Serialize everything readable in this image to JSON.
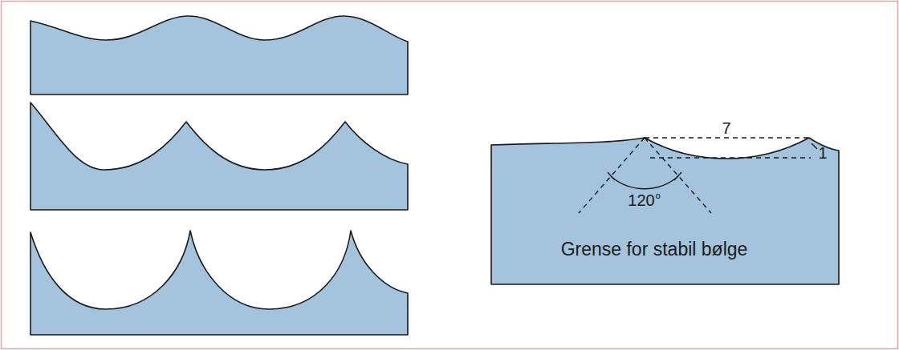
{
  "diagram": {
    "caption": "Grense for stabil bølge",
    "labels": [
      "7",
      "1",
      "120°"
    ]
  }
}
